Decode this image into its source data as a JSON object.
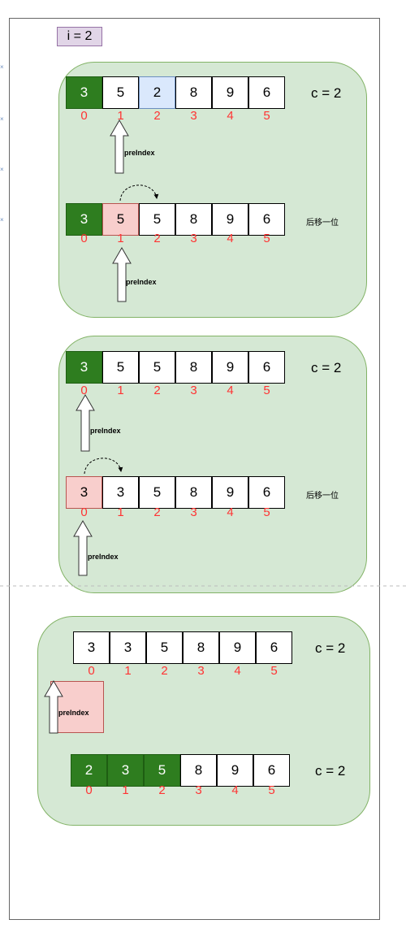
{
  "title_label": "i = 2",
  "pre_label": "preIndex",
  "shift_label": "后移一位",
  "c_label": "c = 2",
  "colors": {
    "panel": "#d5e8d4",
    "green_cell": "#2e7d1f",
    "pink_cell": "#f8cecc",
    "blue_cell": "#dae8fc",
    "index_red": "#ff3333",
    "title_bg": "#e1d5e7"
  },
  "rows": [
    {
      "values": [
        "3",
        "5",
        "2",
        "8",
        "9",
        "6"
      ],
      "indices": [
        "0",
        "1",
        "2",
        "3",
        "4",
        "5"
      ]
    },
    {
      "values": [
        "3",
        "5",
        "5",
        "8",
        "9",
        "6"
      ],
      "indices": [
        "0",
        "1",
        "2",
        "3",
        "4",
        "5"
      ]
    },
    {
      "values": [
        "3",
        "5",
        "5",
        "8",
        "9",
        "6"
      ],
      "indices": [
        "0",
        "1",
        "2",
        "3",
        "4",
        "5"
      ]
    },
    {
      "values": [
        "3",
        "3",
        "5",
        "8",
        "9",
        "6"
      ],
      "indices": [
        "0",
        "1",
        "2",
        "3",
        "4",
        "5"
      ]
    },
    {
      "values": [
        "3",
        "3",
        "5",
        "8",
        "9",
        "6"
      ],
      "indices": [
        "0",
        "1",
        "2",
        "3",
        "4",
        "5"
      ]
    },
    {
      "values": [
        "2",
        "3",
        "5",
        "8",
        "9",
        "6"
      ],
      "indices": [
        "0",
        "1",
        "2",
        "3",
        "4",
        "5"
      ]
    }
  ]
}
